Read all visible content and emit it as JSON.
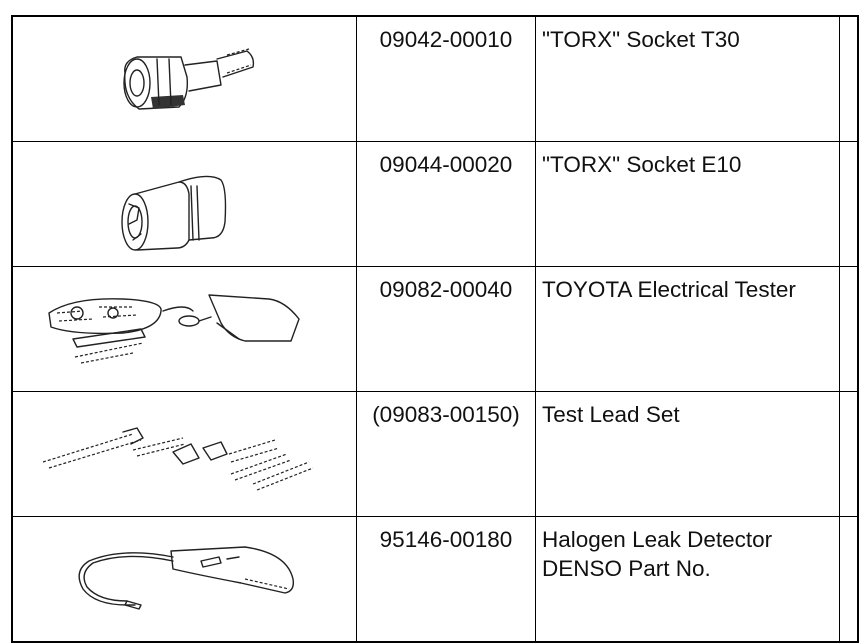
{
  "tools": [
    {
      "part_no": "09042-00010",
      "name_lines": [
        "\"TORX\" Socket T30"
      ],
      "icon": "torx-socket-t30-icon",
      "note": ""
    },
    {
      "part_no": "09044-00020",
      "name_lines": [
        "\"TORX\" Socket E10"
      ],
      "icon": "torx-socket-e10-icon",
      "note": ""
    },
    {
      "part_no": "09082-00040",
      "name_lines": [
        "TOYOTA Electrical Tester"
      ],
      "icon": "electrical-tester-icon",
      "note": ""
    },
    {
      "part_no": "(09083-00150)",
      "name_lines": [
        "Test Lead Set"
      ],
      "icon": "test-lead-set-icon",
      "note": ""
    },
    {
      "part_no": "95146-00180",
      "name_lines": [
        "Halogen Leak Detector",
        "DENSO Part No."
      ],
      "icon": "halogen-leak-detector-icon",
      "note": ""
    }
  ]
}
